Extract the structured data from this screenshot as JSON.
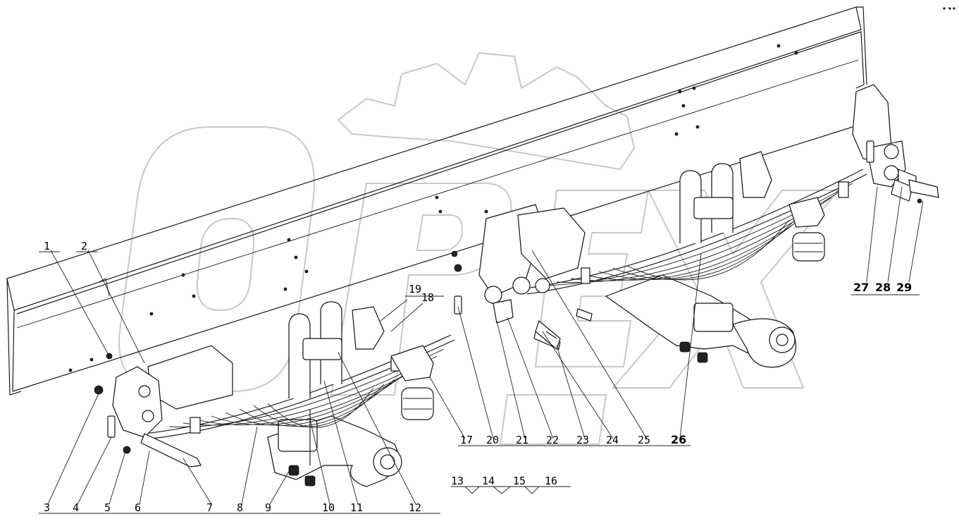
{
  "diagram": {
    "callouts": [
      {
        "id": "1",
        "label": "1"
      },
      {
        "id": "2",
        "label": "2"
      },
      {
        "id": "3",
        "label": "3"
      },
      {
        "id": "4",
        "label": "4"
      },
      {
        "id": "5",
        "label": "5"
      },
      {
        "id": "6",
        "label": "6"
      },
      {
        "id": "7",
        "label": "7"
      },
      {
        "id": "8",
        "label": "8"
      },
      {
        "id": "9",
        "label": "9"
      },
      {
        "id": "10",
        "label": "10"
      },
      {
        "id": "11",
        "label": "11"
      },
      {
        "id": "12",
        "label": "12"
      },
      {
        "id": "13",
        "label": "13"
      },
      {
        "id": "14",
        "label": "14"
      },
      {
        "id": "15",
        "label": "15"
      },
      {
        "id": "16",
        "label": "16"
      },
      {
        "id": "17",
        "label": "17"
      },
      {
        "id": "18",
        "label": "18"
      },
      {
        "id": "19",
        "label": "19"
      },
      {
        "id": "20",
        "label": "20"
      },
      {
        "id": "21",
        "label": "21"
      },
      {
        "id": "22",
        "label": "22"
      },
      {
        "id": "23",
        "label": "23"
      },
      {
        "id": "24",
        "label": "24"
      },
      {
        "id": "25",
        "label": "25"
      },
      {
        "id": "26",
        "label": "26"
      },
      {
        "id": "27",
        "label": "27"
      },
      {
        "id": "28",
        "label": "28"
      },
      {
        "id": "29",
        "label": "29"
      }
    ]
  }
}
